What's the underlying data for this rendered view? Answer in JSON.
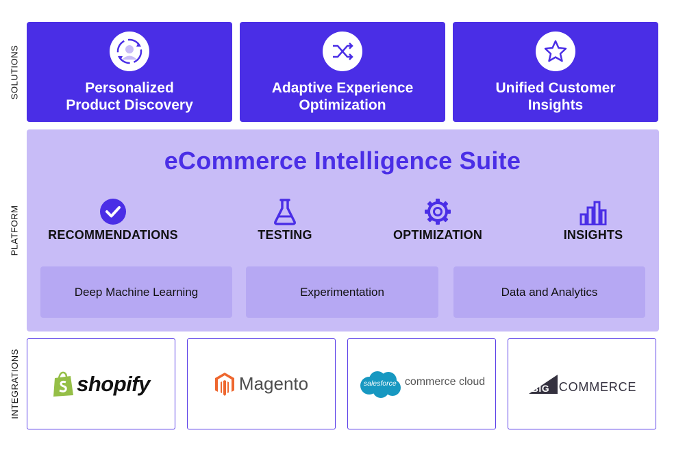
{
  "sections": {
    "solutions": "SOLUTIONS",
    "platform": "PLATFORM",
    "integrations": "INTEGRATIONS"
  },
  "solutions": [
    {
      "title": "Personalized\nProduct Discovery",
      "icon": "person-cycle-icon"
    },
    {
      "title": "Adaptive Experience\nOptimization",
      "icon": "shuffle-icon"
    },
    {
      "title": "Unified Customer\nInsights",
      "icon": "star-icon"
    }
  ],
  "platform": {
    "title": "eCommerce Intelligence Suite",
    "pillars": [
      {
        "label": "RECOMMENDATIONS",
        "icon": "check-circle-icon"
      },
      {
        "label": "TESTING",
        "icon": "flask-icon"
      },
      {
        "label": "OPTIMIZATION",
        "icon": "gear-icon"
      },
      {
        "label": "INSIGHTS",
        "icon": "bar-chart-icon"
      }
    ],
    "capabilities": [
      "Deep Machine Learning",
      "Experimentation",
      "Data and Analytics"
    ]
  },
  "integrations": {
    "shopify": "shopify",
    "magento": "Magento",
    "salesforce_badge": "salesforce",
    "salesforce_text": "commerce cloud",
    "bigcommerce_big": "BIG",
    "bigcommerce_rest": "COMMERCE"
  },
  "colors": {
    "primary": "#4a2ee6",
    "platform_bg": "#c8bcf7",
    "capability_bg": "#b6a8f3",
    "shopify_green": "#95bf47",
    "magento_orange": "#ee672f",
    "salesforce_blue": "#1798c1"
  }
}
